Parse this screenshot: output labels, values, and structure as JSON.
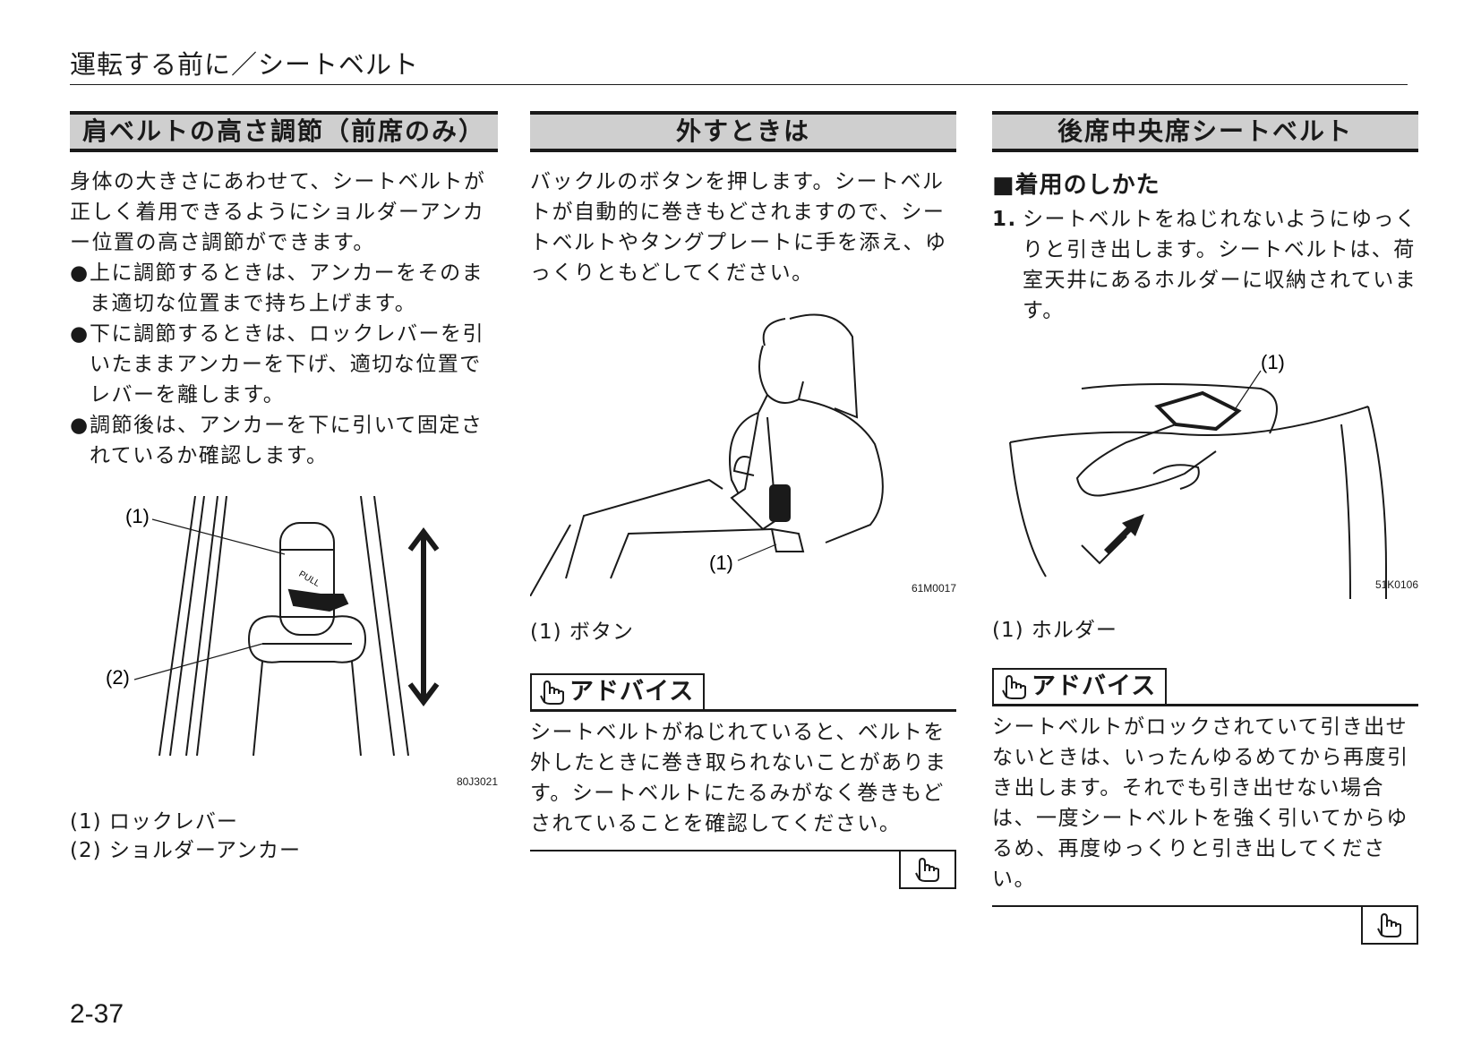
{
  "page_header": "運転する前に／シートベルト",
  "page_number": "2-37",
  "col1": {
    "title": "肩ベルトの高さ調節（前席のみ）",
    "intro": "身体の大きさにあわせて、シートベルトが正しく着用できるようにショルダーアンカー位置の高さ調節ができます。",
    "bullets": [
      "上に調節するときは、アンカーをそのまま適切な位置まで持ち上げます。",
      "下に調節するときは、ロックレバーを引いたままアンカーを下げ、適切な位置でレバーを離します。",
      "調節後は、アンカーを下に引いて固定されているか確認します。"
    ],
    "figure": {
      "code": "80J3021",
      "label1": "(1)",
      "label2": "(2)",
      "pull": "PULL"
    },
    "captions": [
      "(1) ロックレバー",
      "(2) ショルダーアンカー"
    ]
  },
  "col2": {
    "title": "外すときは",
    "intro": "バックルのボタンを押します。シートベルトが自動的に巻きもどされますので、シートベルトやタングプレートに手を添え、ゆっくりともどしてください。",
    "figure": {
      "code": "61M0017",
      "label1": "(1)"
    },
    "caption": "(1) ボタン",
    "advice": {
      "label": "アドバイス",
      "text": "シートベルトがねじれていると、ベルトを外したときに巻き取られないことがあります。シートベルトにたるみがなく巻きもどされていることを確認してください。"
    }
  },
  "col3": {
    "title": "後席中央席シートベルト",
    "subheading": "■着用のしかた",
    "step_num": "1.",
    "step_text": "シートベルトをねじれないようにゆっくりと引き出します。シートベルトは、荷室天井にあるホルダーに収納されています。",
    "figure": {
      "code": "51K0106",
      "label1": "(1)"
    },
    "caption": "(1) ホルダー",
    "advice": {
      "label": "アドバイス",
      "text": "シートベルトがロックされていて引き出せないときは、いったんゆるめてから再度引き出します。それでも引き出せない場合は、一度シートベルトを強く引いてからゆるめ、再度ゆっくりと引き出してください。"
    }
  }
}
